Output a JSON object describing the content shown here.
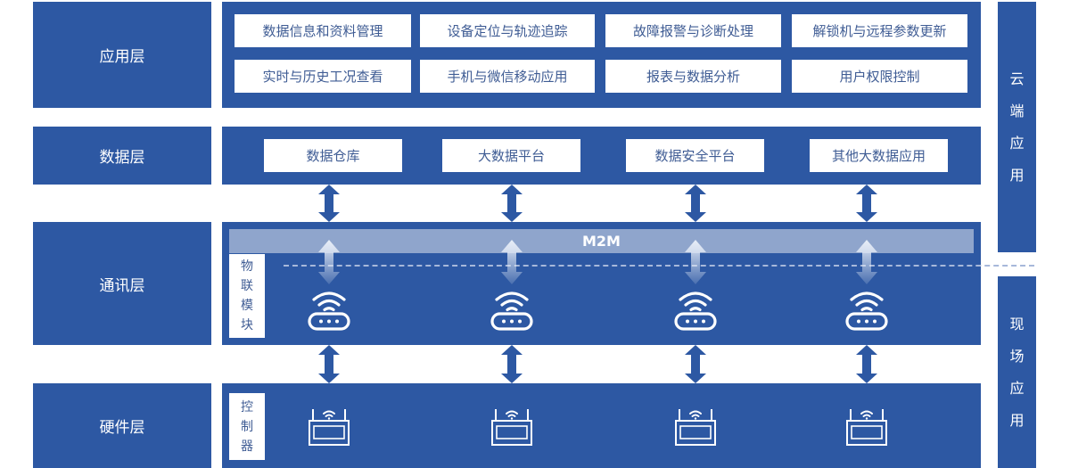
{
  "layers": [
    {
      "label": "应用层"
    },
    {
      "label": "数据层"
    },
    {
      "label": "通讯层"
    },
    {
      "label": "硬件层"
    }
  ],
  "application_layer": {
    "items": [
      "数据信息和资料管理",
      "设备定位与轨迹追踪",
      "故障报警与诊断处理",
      "解锁机与远程参数更新",
      "实时与历史工况查看",
      "手机与微信移动应用",
      "报表与数据分析",
      "用户权限控制"
    ]
  },
  "data_layer": {
    "items": [
      "数据仓库",
      "大数据平台",
      "数据安全平台",
      "其他大数据应用"
    ]
  },
  "comm_layer": {
    "bus_label": "M2M",
    "module_label": [
      "物",
      "联",
      "模",
      "块"
    ],
    "device_icon": "wifi-router-icon",
    "device_count": 4
  },
  "hardware_layer": {
    "module_label": [
      "控",
      "制",
      "器"
    ],
    "device_icon": "controller-antenna-icon",
    "device_count": 4
  },
  "side_panels": {
    "cloud": [
      "云",
      "端",
      "应",
      "用"
    ],
    "field": [
      "现",
      "场",
      "应",
      "用"
    ]
  },
  "colors": {
    "primary": "#2d58a3",
    "bus": "#8fa5cc",
    "box_text": "#3f5c94",
    "dash": "#a7b8da"
  }
}
